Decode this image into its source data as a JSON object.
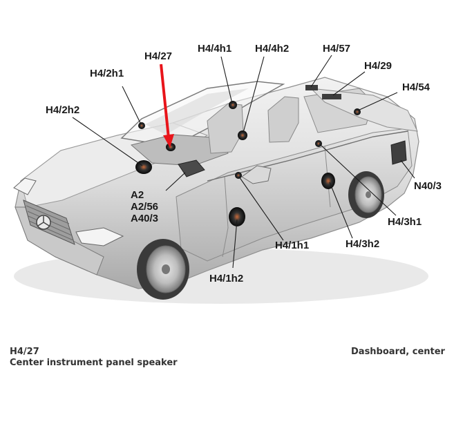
{
  "diagram": {
    "highlight_color": "#e8141a",
    "labels": {
      "h4_27": "H4/27",
      "h4_2h1": "H4/2h1",
      "h4_4h1": "H4/4h1",
      "h4_4h2": "H4/4h2",
      "h4_57": "H4/57",
      "h4_29": "H4/29",
      "h4_54": "H4/54",
      "h4_2h2": "H4/2h2",
      "a2": "A2",
      "a2_56": "A2/56",
      "a40_3": "A40/3",
      "n40_3": "N40/3",
      "h4_3h1": "H4/3h1",
      "h4_1h1": "H4/1h1",
      "h4_3h2": "H4/3h2",
      "h4_1h2": "H4/1h2"
    }
  },
  "caption": {
    "code": "H4/27",
    "description": "Center instrument panel speaker",
    "location": "Dashboard, center"
  }
}
